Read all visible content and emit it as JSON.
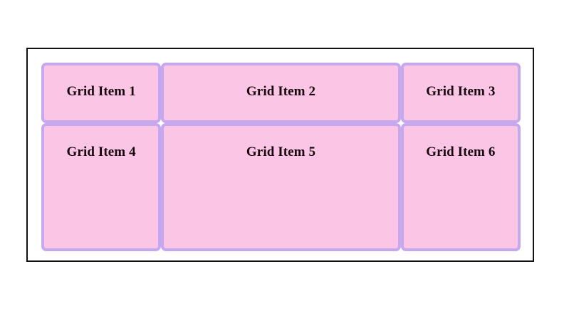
{
  "page": {
    "background_color": "#ffffff"
  },
  "grid_container": {
    "name": "grid-container",
    "border_color": "#111111",
    "background_color": "#ffffff",
    "columns": "1fr 2fr 1fr",
    "rows": "85px 180px"
  },
  "grid": {
    "item_fill_color": "#fbc5e6",
    "item_border_color": "#c5a8ee",
    "item_text_color": "#16060e",
    "items": [
      {
        "label": "Grid Item 1",
        "column": 1,
        "row": 1
      },
      {
        "label": "Grid Item 2",
        "column": 2,
        "row": 1
      },
      {
        "label": "Grid Item 3",
        "column": 3,
        "row": 1
      },
      {
        "label": "Grid Item 4",
        "column": 1,
        "row": 2
      },
      {
        "label": "Grid Item 5",
        "column": 2,
        "row": 2
      },
      {
        "label": "Grid Item 6",
        "column": 3,
        "row": 2
      }
    ]
  }
}
